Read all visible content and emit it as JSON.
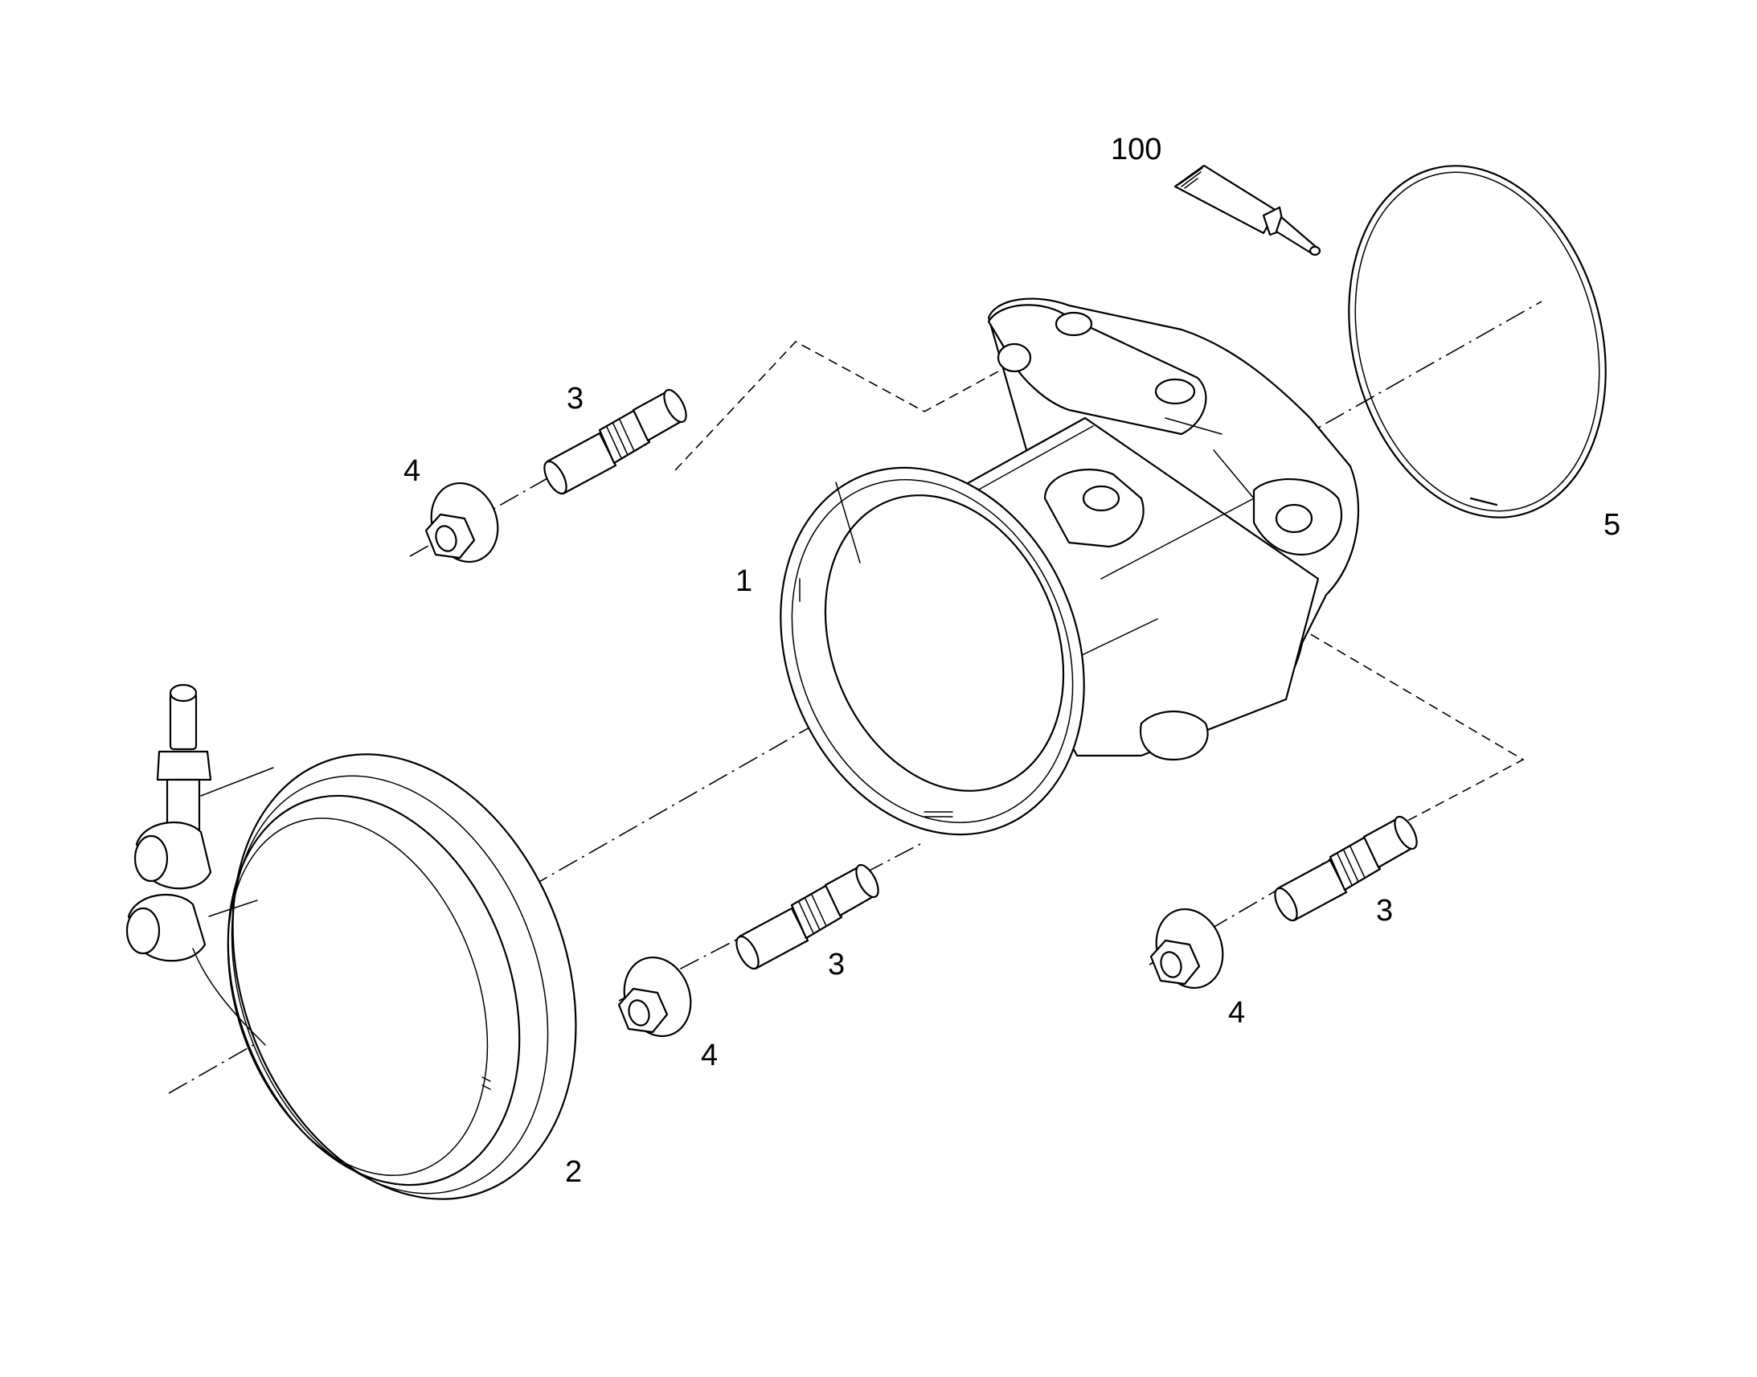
{
  "callouts": {
    "housing": "1",
    "clamp": "2",
    "stud_top": "3",
    "stud_mid": "3",
    "stud_right": "3",
    "nut_top": "4",
    "nut_mid": "4",
    "nut_right": "4",
    "seal_ring": "5",
    "sealant_tube": "100"
  }
}
